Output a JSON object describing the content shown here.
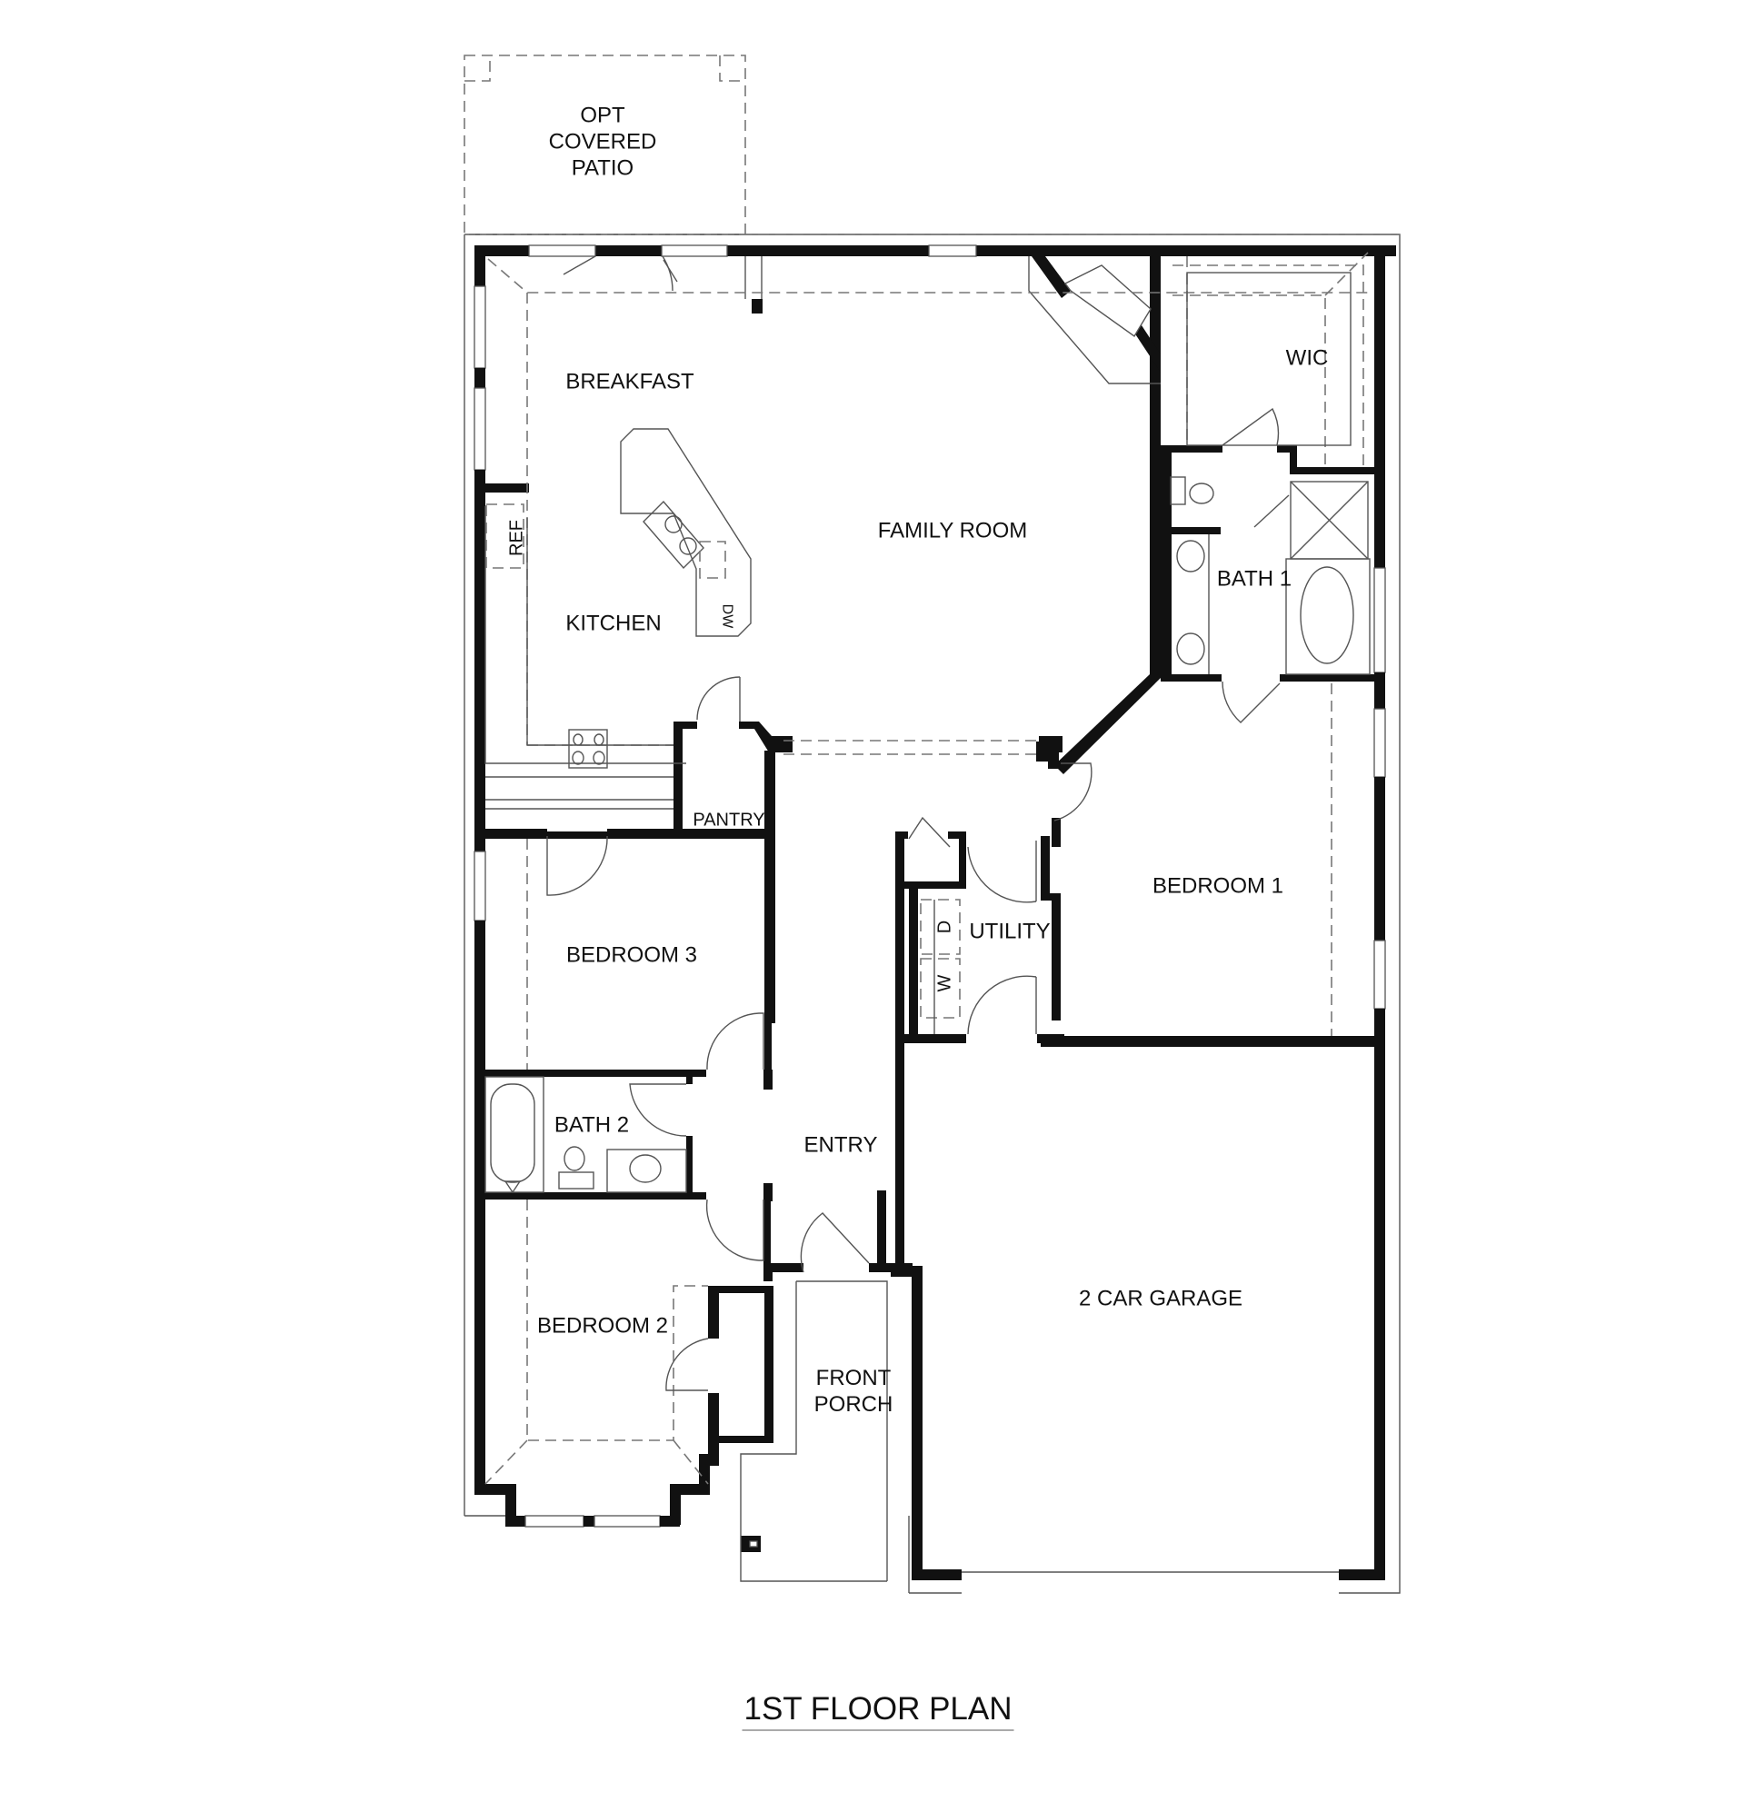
{
  "plan": {
    "title": "1ST FLOOR PLAN",
    "rooms": [
      {
        "id": "patio",
        "label": "OPT\nCOVERED\nPATIO"
      },
      {
        "id": "breakfast",
        "label": "BREAKFAST"
      },
      {
        "id": "family_room",
        "label": "FAMILY ROOM"
      },
      {
        "id": "kitchen",
        "label": "KITCHEN"
      },
      {
        "id": "wic",
        "label": "WIC"
      },
      {
        "id": "bath1",
        "label": "BATH 1"
      },
      {
        "id": "pantry",
        "label": "PANTRY"
      },
      {
        "id": "bedroom1",
        "label": "BEDROOM 1"
      },
      {
        "id": "utility",
        "label": "UTILITY"
      },
      {
        "id": "bedroom3",
        "label": "BEDROOM 3"
      },
      {
        "id": "bath2",
        "label": "BATH 2"
      },
      {
        "id": "entry",
        "label": "ENTRY"
      },
      {
        "id": "bedroom2",
        "label": "BEDROOM 2"
      },
      {
        "id": "front_porch",
        "label": "FRONT\nPORCH"
      },
      {
        "id": "garage",
        "label": "2 CAR GARAGE"
      }
    ],
    "appliances": {
      "refrigerator": "REF",
      "dishwasher": "DW",
      "dryer": "D",
      "washer": "W"
    },
    "colors": {
      "wall": "#111111",
      "line": "#555555",
      "dashed": "#777777",
      "background": "#ffffff"
    }
  }
}
